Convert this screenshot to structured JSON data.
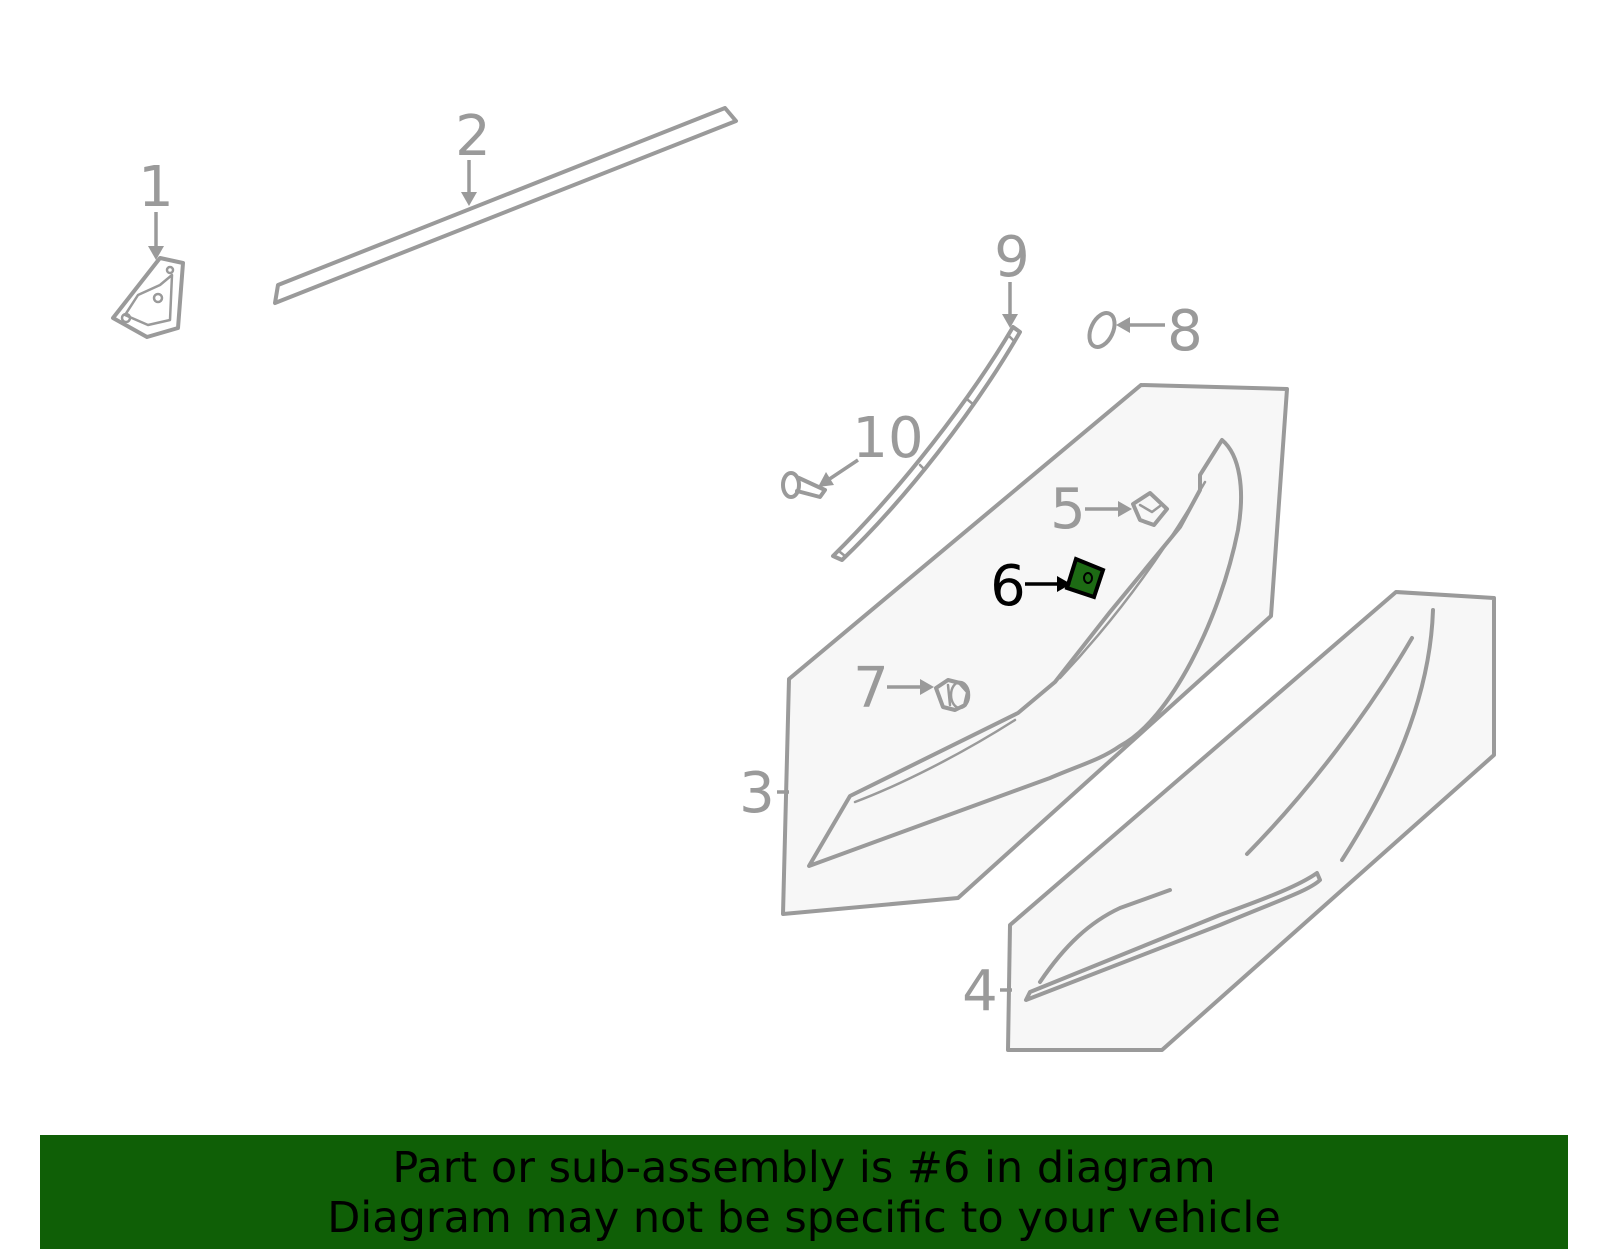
{
  "diagram": {
    "callouts": [
      {
        "id": "1",
        "label": "1"
      },
      {
        "id": "2",
        "label": "2"
      },
      {
        "id": "3",
        "label": "3"
      },
      {
        "id": "4",
        "label": "4"
      },
      {
        "id": "5",
        "label": "5"
      },
      {
        "id": "6",
        "label": "6"
      },
      {
        "id": "7",
        "label": "7"
      },
      {
        "id": "8",
        "label": "8"
      },
      {
        "id": "9",
        "label": "9"
      },
      {
        "id": "10",
        "label": "10"
      }
    ],
    "highlighted_part": "6",
    "colors": {
      "line": "#9a9a9a",
      "highlight_fill": "#1d6b14",
      "banner_background": "#0f5f06"
    }
  },
  "banner": {
    "line1": "Part or sub-assembly is #6 in diagram",
    "line2": "Diagram may not be specific to your vehicle"
  }
}
